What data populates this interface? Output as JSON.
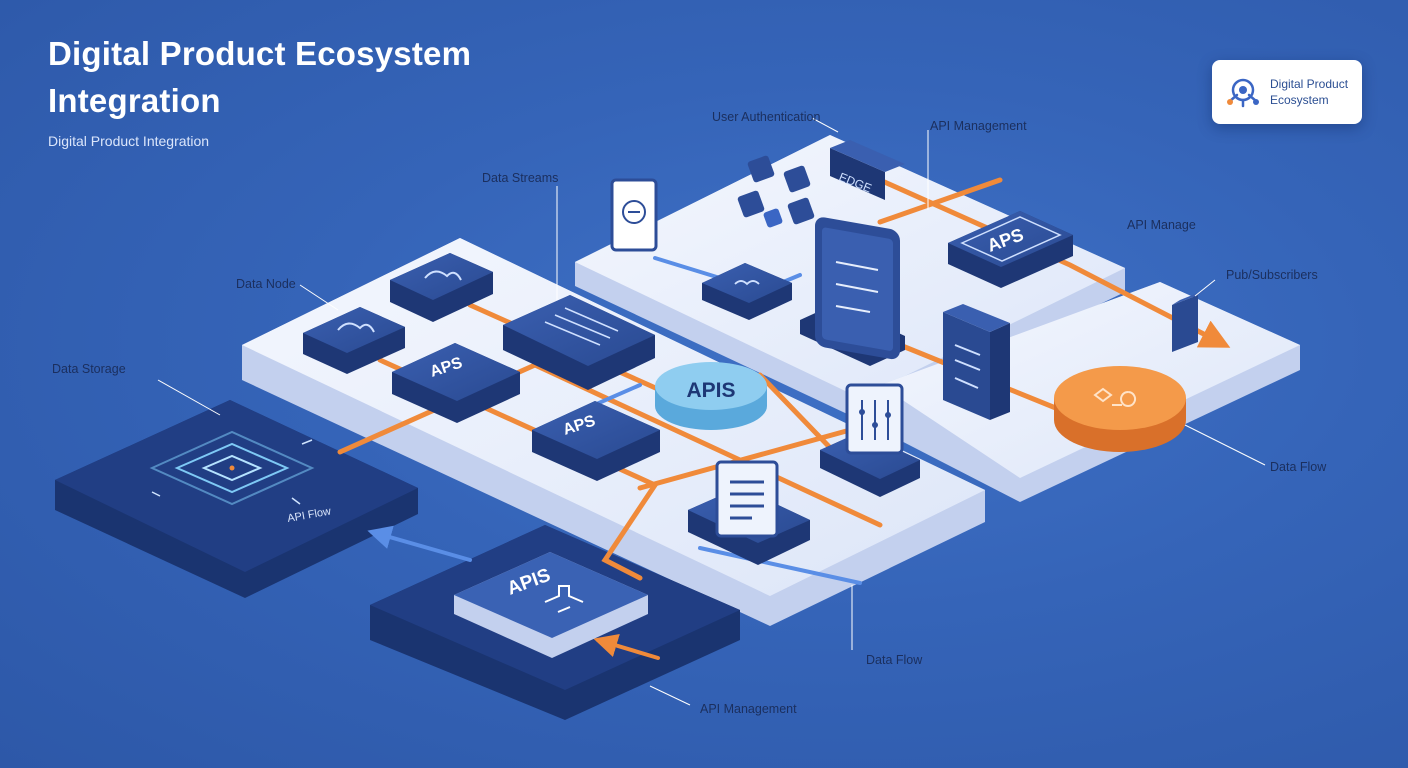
{
  "header": {
    "title_line1": "Digital Product Ecosystem",
    "title_line2": "Integration",
    "subtitle": "Digital Product Integration"
  },
  "badge": {
    "line1": "Digital Product",
    "line2": "Ecosystem"
  },
  "callouts": {
    "user_authentication": "User Authentication",
    "api_management_top": "API Management",
    "data_streams": "Data Streams",
    "api_manage_right": "API Manage",
    "pub_subscribers": "Pub/Subscribers",
    "data_node": "Data Node",
    "data_storage": "Data Storage",
    "data_flow_right": "Data Flow",
    "data_flow_bottom": "Data Flow",
    "api_management_bottom": "API Management"
  },
  "nodes": {
    "apis_hub": "APIS",
    "aps_top_right": "APS",
    "aps_left_1": "APS",
    "aps_left_2": "APS",
    "apis_bottom_tile": "APIS",
    "api_flow_panel": "API Flow",
    "edge_label": "EDGE"
  },
  "colors": {
    "background": "#3564b8",
    "platform": "#e8eefb",
    "platform_side": "#c3d0ee",
    "module": "#2d4d98",
    "module_dark": "#1e3775",
    "hub": "#8fcdf0",
    "accent": "#f08a3a",
    "dark_panel": "#213e84"
  }
}
